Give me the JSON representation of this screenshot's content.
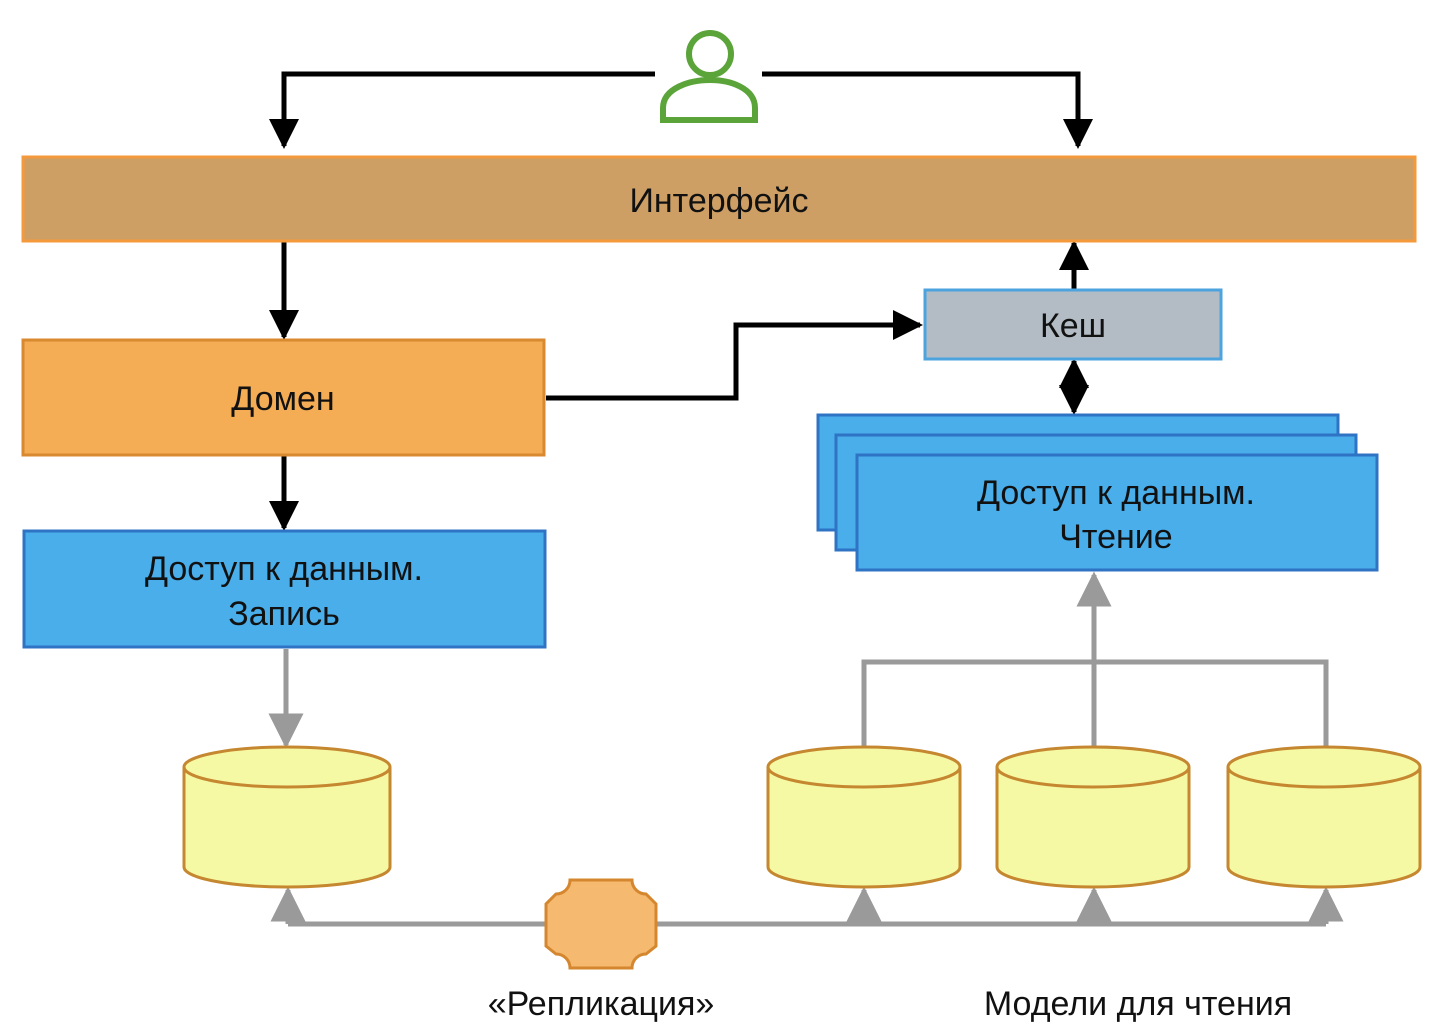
{
  "layers": {
    "interface": "Интерфейс",
    "cache": "Кеш",
    "domain": "Домен",
    "write_access": {
      "line1": "Доступ к данным.",
      "line2": "Запись"
    },
    "read_access": {
      "line1": "Доступ к данным.",
      "line2": "Чтение"
    }
  },
  "captions": {
    "replication": "«Репликация»",
    "read_models": "Модели для чтения"
  },
  "icons": {
    "user": "user-icon",
    "database": "database-cylinder-icon",
    "replication_node": "replication-connector-icon"
  },
  "colors": {
    "interface_fill": "#cd9f65",
    "interface_border": "#f59a3c",
    "domain_fill": "#f4ac55",
    "domain_border": "#d9892f",
    "cache_fill": "#b3bcc4",
    "cache_border": "#4da3de",
    "access_fill": "#4aaeea",
    "access_border": "#2f73c4",
    "db_fill": "#f6f9a3",
    "db_border": "#c5872f",
    "user_icon": "#5aa43a",
    "replication_fill": "#f5b96f",
    "replication_border": "#d4872f",
    "arrow_black": "#000000",
    "arrow_gray": "#9a9a9a"
  }
}
